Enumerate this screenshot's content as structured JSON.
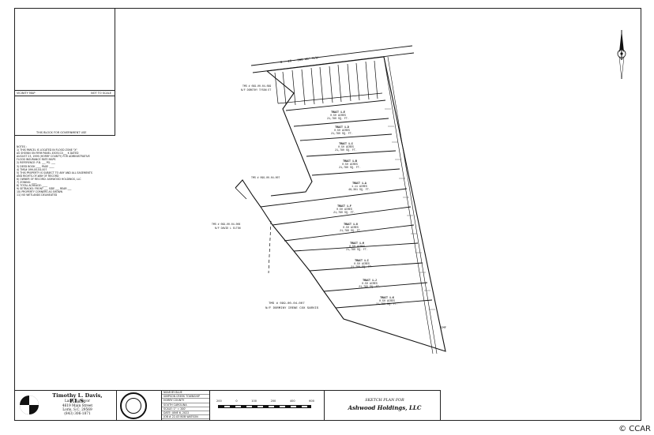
{
  "vicinity": {
    "label": "VICINITY MAP",
    "scale": "NOT TO SCALE",
    "gov_block": "THIS BLOCK FOR GOVERNMENT USE"
  },
  "notes": {
    "heading": "NOTES :",
    "lines": [
      "1) THIS PARCEL IS LOCATED IN FLOOD ZONE \"X\"",
      "   AS SHOWN ON FIRM PANEL 45051C0___ K DATED",
      "   AUGUST 23, 1999 (HORRY COUNTY) FOR ADMINISTRATIVE",
      "   FLOOD INSURANCE RATE MAPS",
      "2) REFERENCE: P.B. ___ PG. ___",
      "3) DEED BOOK ____ PAGE ____",
      "4) TMS# 099-00-04-007",
      "5) THIS PROPERTY IS SUBJECT TO ANY AND ALL EASEMENTS",
      "   AND RIGHTS-OF-WAY OF RECORD",
      "6) OWNER OF RECORD: ASHWOOD HOLDINGS, LLC",
      "7) ZONING: ____",
      "8) TOTAL ACREAGE: ____",
      "9) SETBACKS: FRONT ___ SIDE ___ REAR ___",
      "10) PROPERTY CORNERS AS SHOWN",
      "11) NO WETLANDS DELINEATED"
    ]
  },
  "plan": {
    "road": "S - 26 - 396    45' R/W",
    "tms_top": "TMS # 099-00-04-099",
    "tms_top_owner": "N/F DOROTHY TYSON ET",
    "tms_left": "TMS # 099-00-04-006",
    "tms_left_owner": "N/F DAVID L ELTON",
    "tms_mid": "TMS # 099-00-04-007",
    "tms_bottom": "TMS # 099-00-04-007",
    "tms_bottom_owner": "N/F DORMINY IRENE COX SARVIS",
    "ipf": "CMF",
    "tracts": [
      {
        "name": "TRACT 1-E",
        "acres": "0.50 ACRES",
        "sqft": "21,780 SQ. FT."
      },
      {
        "name": "TRACT 1-D",
        "acres": "0.50 ACRES",
        "sqft": "21,780 SQ. FT."
      },
      {
        "name": "TRACT 1-C",
        "acres": "0.50 ACRES",
        "sqft": "21,780 SQ. FT."
      },
      {
        "name": "TRACT 1-B",
        "acres": "0.50 ACRES",
        "sqft": "21,780 SQ. FT."
      },
      {
        "name": "TRACT 1-A",
        "acres": "1.11 ACRES",
        "sqft": "48,361 SQ. FT."
      },
      {
        "name": "TRACT 1-F",
        "acres": "0.50 ACRES",
        "sqft": "21,780 SQ. FT."
      },
      {
        "name": "TRACT 1-G",
        "acres": "0.50 ACRES",
        "sqft": "21,780 SQ. FT."
      },
      {
        "name": "TRACT 1-H",
        "acres": "0.50 ACRES",
        "sqft": "21,780 SQ. FT."
      },
      {
        "name": "TRACT 1-I",
        "acres": "0.50 ACRES",
        "sqft": "21,780 SQ. FT."
      },
      {
        "name": "TRACT 1-J",
        "acres": "0.50 ACRES",
        "sqft": "21,780 SQ. FT."
      },
      {
        "name": "TRACT 1-K",
        "acres": "0.50 ACRES",
        "sqft": "21,780 SQ. FT."
      }
    ]
  },
  "titleblock": {
    "surveyor_name": "Timothy L. Davis, P.L.S.",
    "surveyor_title": "Land Surveyor",
    "address1": "4619 Main Street",
    "address2": "Loris, S.C. 29569",
    "phone": "(843) 306-1871",
    "info": [
      "NEAR BY BLUE",
      "SIMPSON CREEK TOWNSHIP",
      "HORRY COUNTY",
      "SOUTH CAROLINA",
      "SCALE: 1\" = 200'",
      "DATE: JUNE 6, 2022",
      "JOB # 22-03 BOB WATSON"
    ],
    "scale_ticks": [
      "200",
      "0",
      "100",
      "200",
      "400",
      "600"
    ],
    "sketch_line1": "SKETCH PLAN FOR",
    "sketch_line2": "Ashwood Holdings, LLC"
  },
  "watermark": "© CCAR"
}
